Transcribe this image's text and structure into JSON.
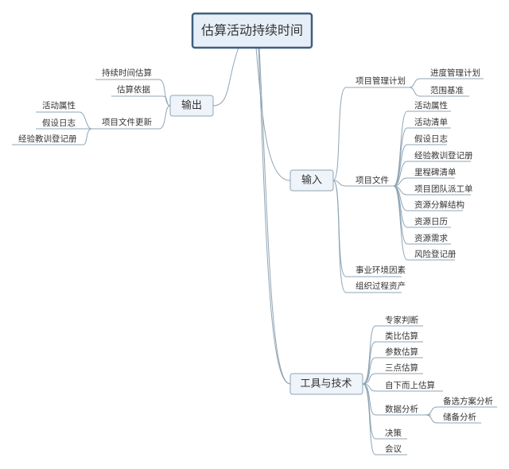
{
  "root": "估算活动持续时间",
  "output": {
    "label": "输出",
    "items": [
      "持续时间估算",
      "估算依据",
      "项目文件更新"
    ],
    "doc_updates": [
      "活动属性",
      "假设日志",
      "经验教训登记册"
    ]
  },
  "input": {
    "label": "输入",
    "items": [
      "项目管理计划",
      "项目文件",
      "事业环境因素",
      "组织过程资产"
    ],
    "plan": [
      "进度管理计划",
      "范围基准"
    ],
    "docs": [
      "活动属性",
      "活动清单",
      "假设日志",
      "经验教训登记册",
      "里程碑清单",
      "项目团队派工单",
      "资源分解结构",
      "资源日历",
      "资源需求",
      "风险登记册"
    ]
  },
  "tools": {
    "label": "工具与技术",
    "items": [
      "专家判断",
      "类比估算",
      "参数估算",
      "三点估算",
      "自下而上估算",
      "数据分析",
      "决策",
      "会议"
    ],
    "data_analysis": [
      "备选方案分析",
      "储备分析"
    ]
  }
}
